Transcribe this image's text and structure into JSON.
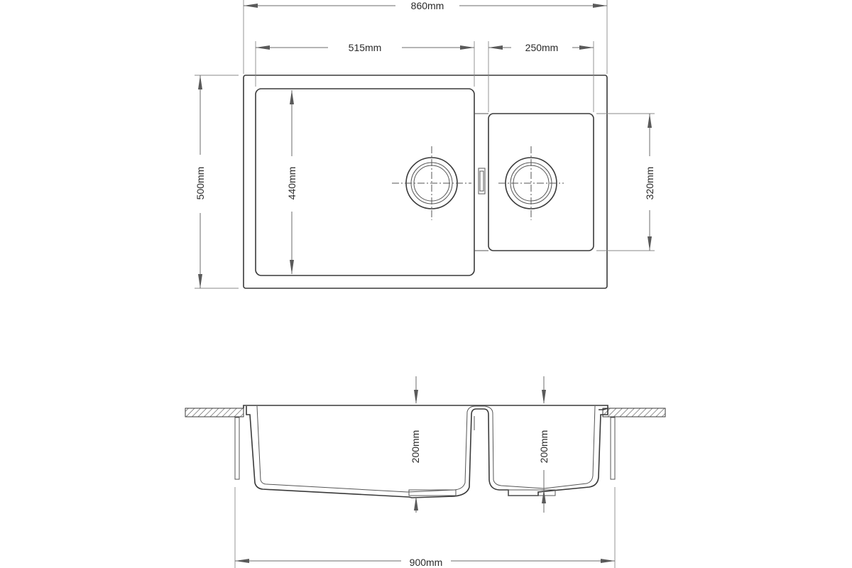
{
  "diagram": {
    "top_view": {
      "overall_width": "860mm",
      "main_bowl_width": "515mm",
      "small_bowl_width": "250mm",
      "overall_depth": "500mm",
      "main_bowl_depth": "440mm",
      "small_bowl_depth": "320mm"
    },
    "side_view": {
      "main_bowl_height": "200mm",
      "small_bowl_height": "200mm",
      "cutout_width": "900mm"
    }
  }
}
